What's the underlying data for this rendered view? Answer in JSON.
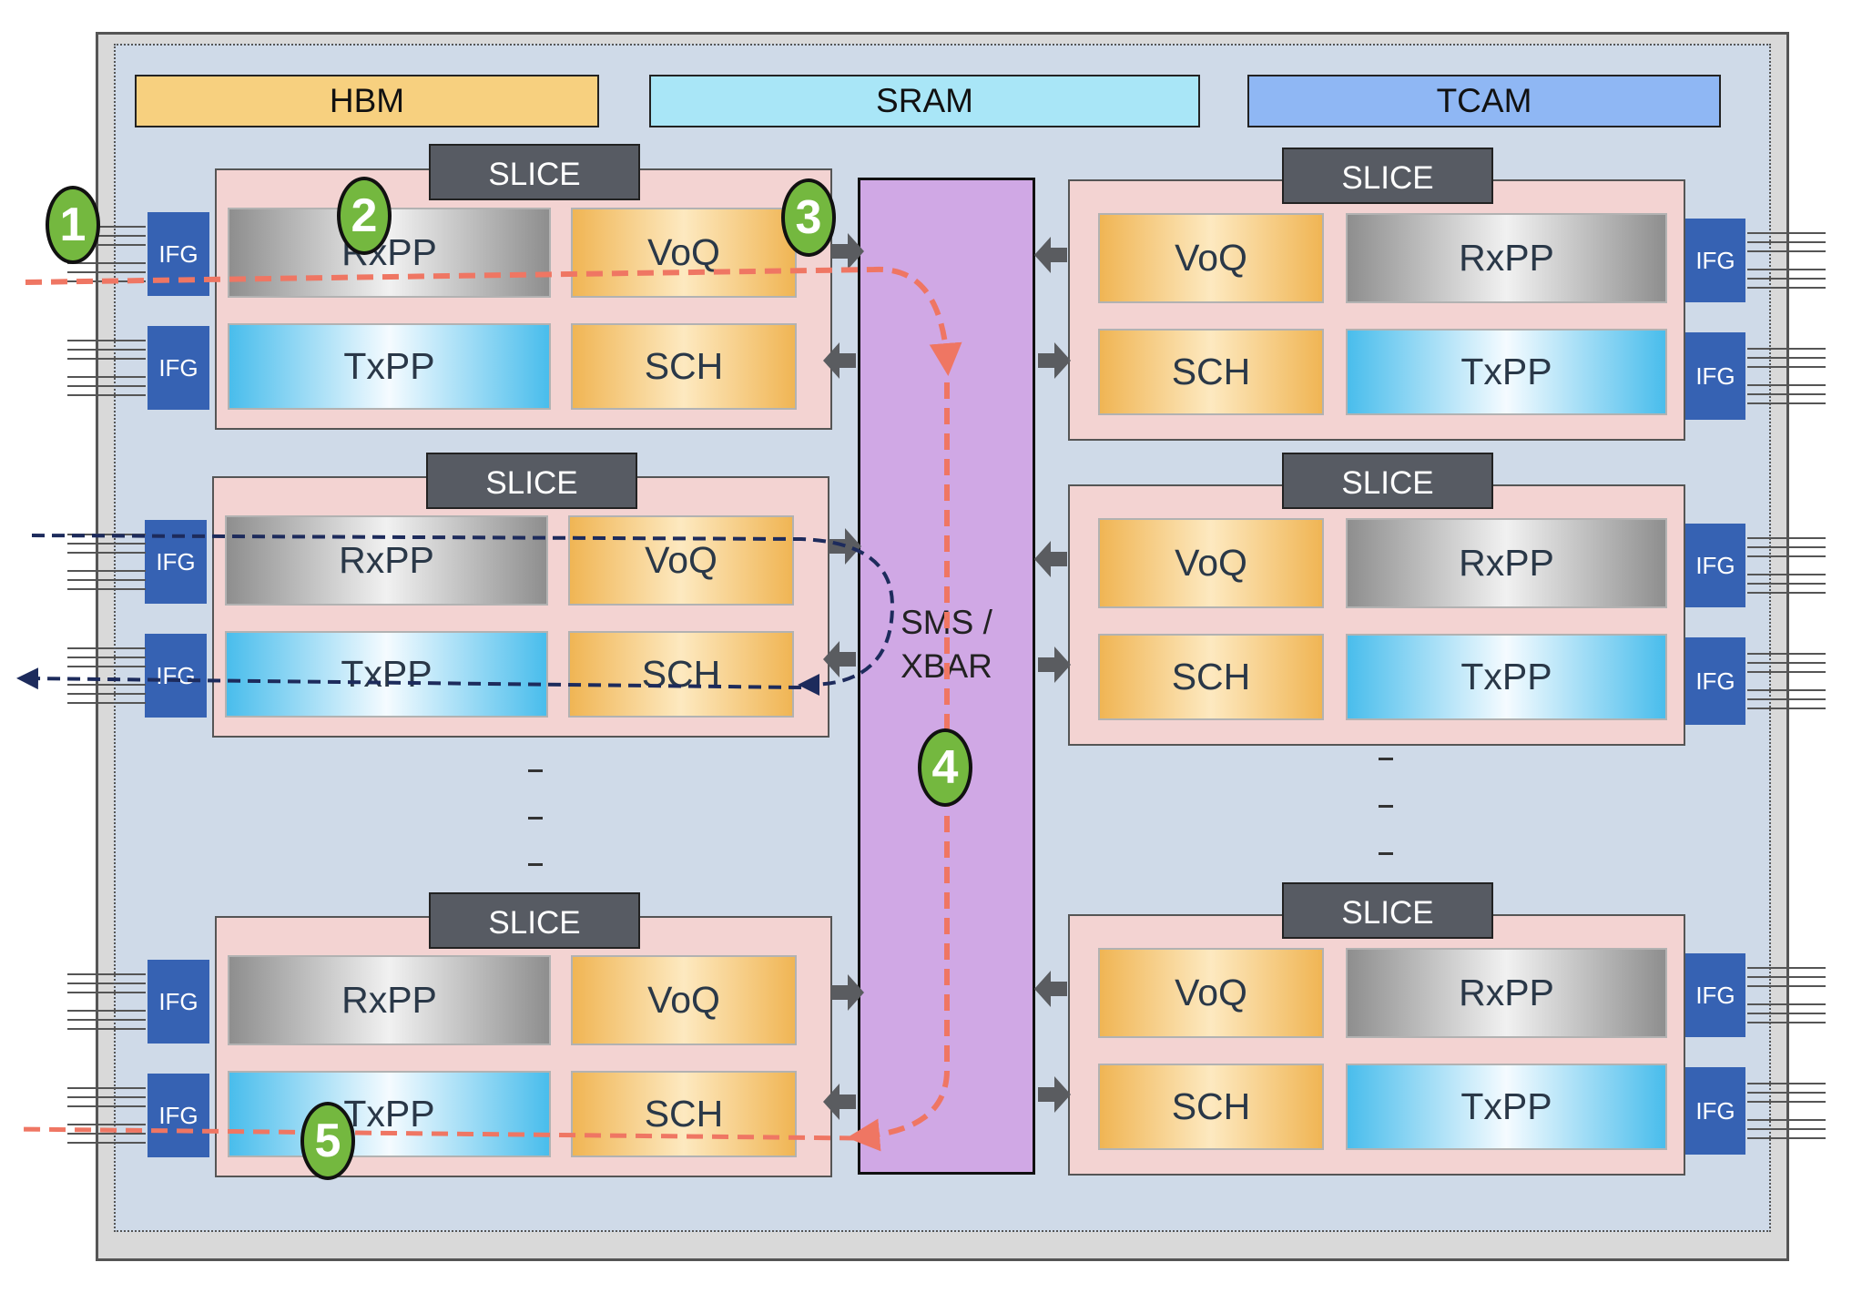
{
  "memory": {
    "hbm": "HBM",
    "sram": "SRAM",
    "tcam": "TCAM"
  },
  "slice_label": "SLICE",
  "blocks": {
    "rxpp": "RxPP",
    "voq": "VoQ",
    "txpp": "TxPP",
    "sch": "SCH"
  },
  "ifg_label": "IFG",
  "xbar": {
    "line1": "SMS /",
    "line2": "XBAR"
  },
  "steps": [
    "1",
    "2",
    "3",
    "4",
    "5"
  ],
  "colors": {
    "hbm": "#f7d07f",
    "sram": "#a9e6f7",
    "tcam": "#8fb7f4",
    "xbar": "#d0a8e5",
    "ifg": "#3662b3",
    "slice": "#f3d3d2",
    "unicast_path": "#ef7663",
    "local_path": "#1d2b5c",
    "step_badge": "#74b83f"
  }
}
